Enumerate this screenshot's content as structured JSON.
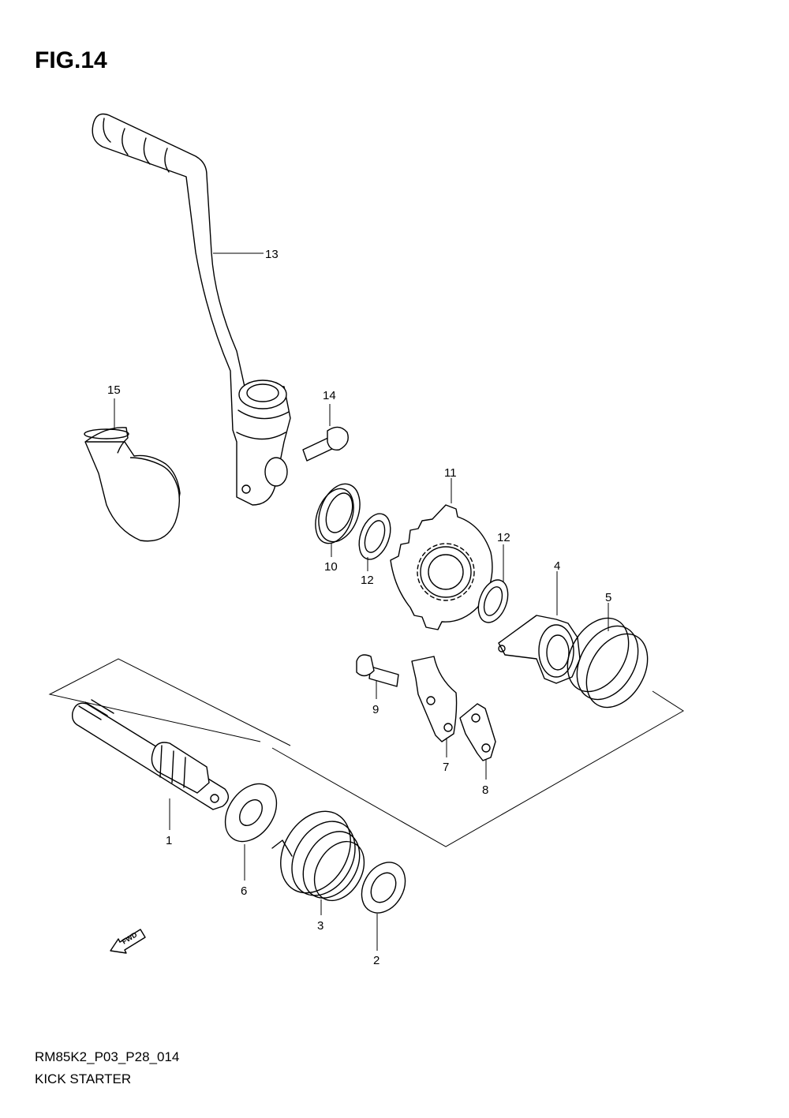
{
  "figure": {
    "title": "FIG.14"
  },
  "footer": {
    "code": "RM85K2_P03_P28_014",
    "name": "KICK STARTER"
  },
  "direction_arrow": {
    "label": "FWD"
  },
  "callouts": {
    "c1": "1",
    "c2": "2",
    "c3": "3",
    "c4": "4",
    "c5": "5",
    "c6": "6",
    "c7": "7",
    "c8": "8",
    "c9": "9",
    "c10": "10",
    "c11": "11",
    "c12a": "12",
    "c12b": "12",
    "c13": "13",
    "c14": "14",
    "c15": "15"
  },
  "icons": [
    "fwd-arrow-icon"
  ]
}
